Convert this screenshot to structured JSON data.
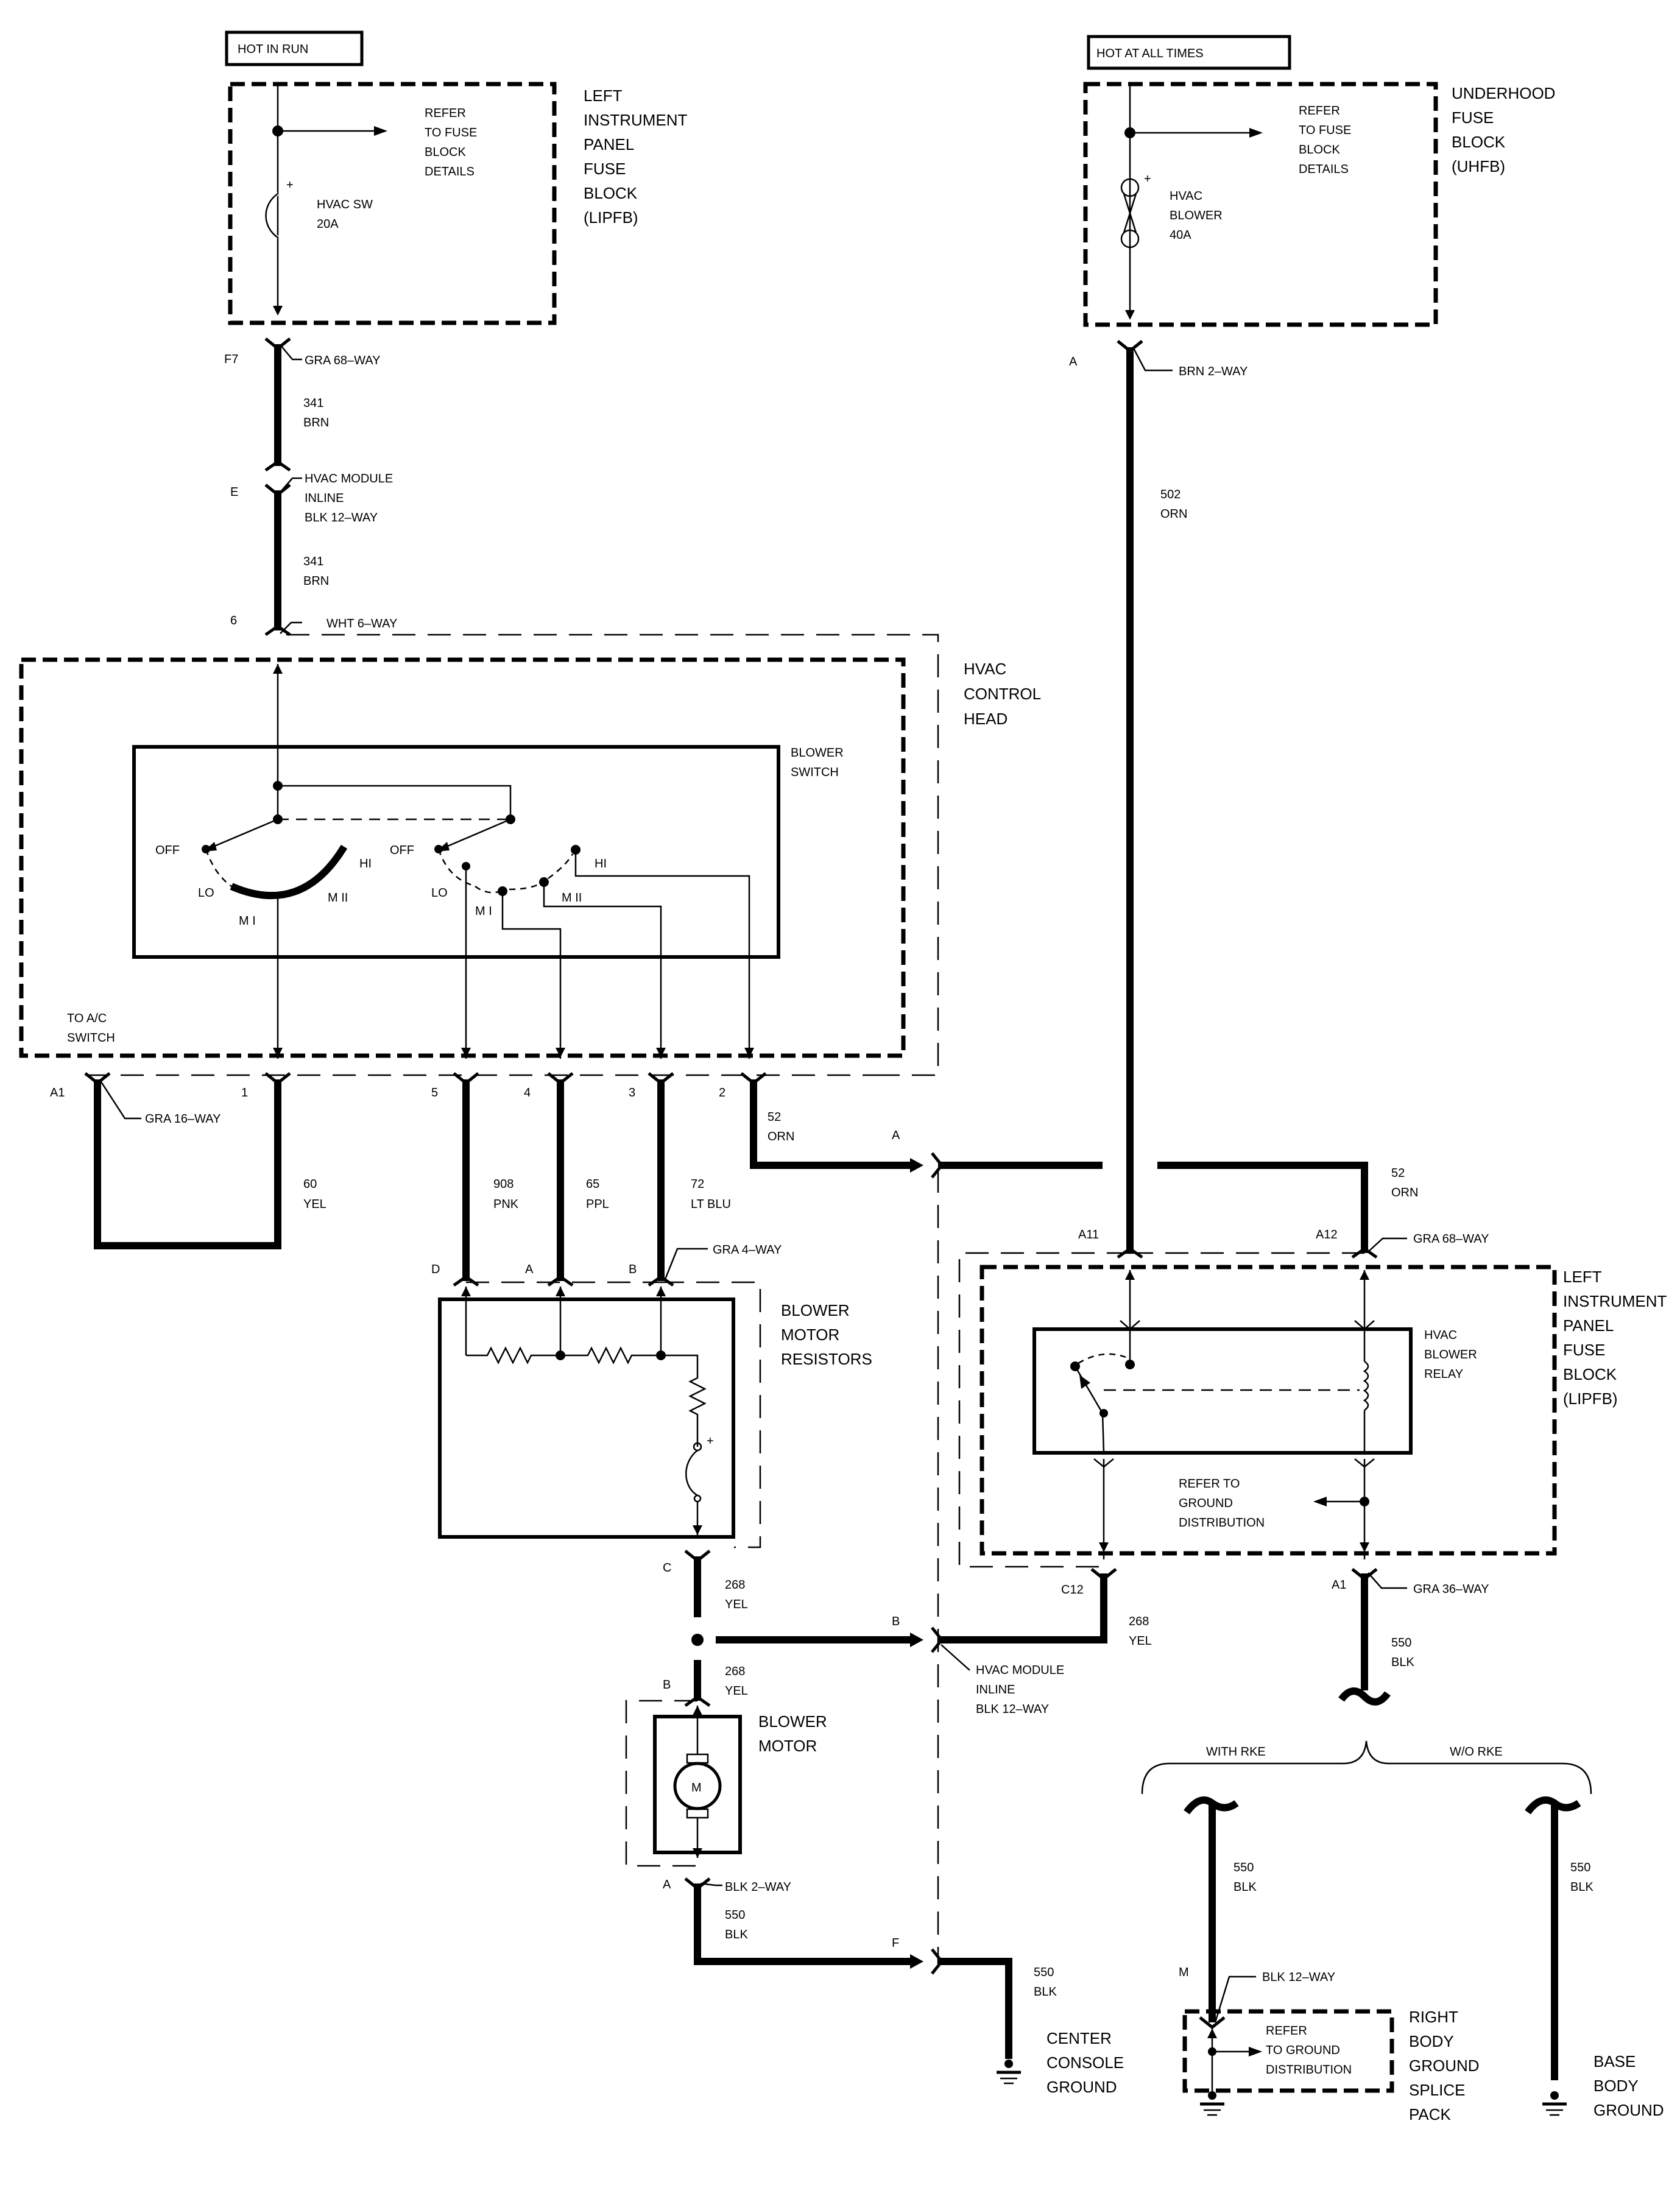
{
  "title_boxes": {
    "hot_in_run": "HOT IN RUN",
    "hot_at_all_times": "HOT AT ALL TIMES"
  },
  "lipfb_top": {
    "name": [
      "LEFT",
      "INSTRUMENT",
      "PANEL",
      "FUSE",
      "BLOCK",
      "(LIPFB)"
    ],
    "refer": [
      "REFER",
      "TO FUSE",
      "BLOCK",
      "DETAILS"
    ],
    "fuse": [
      "HVAC SW",
      "20A"
    ]
  },
  "uhfb": {
    "name": [
      "UNDERHOOD",
      "FUSE",
      "BLOCK",
      "(UHFB)"
    ],
    "refer": [
      "REFER",
      "TO FUSE",
      "BLOCK",
      "DETAILS"
    ],
    "fuse": [
      "HVAC",
      "BLOWER",
      "40A"
    ]
  },
  "connectors": {
    "f7": "F7",
    "gra68_a": "GRA 68–WAY",
    "e": "E",
    "inline_a": [
      "HVAC MODULE",
      "INLINE",
      "BLK 12–WAY"
    ],
    "pin6": "6",
    "wht6": "WHT 6–WAY",
    "a_uhfb": "A",
    "brn2": "BRN 2–WAY",
    "a1_left": "A1",
    "gra16": "GRA 16–WAY",
    "pin1": "1",
    "pin5": "5",
    "pin4": "4",
    "pin3": "3",
    "pin2": "2",
    "d": "D",
    "a_res": "A",
    "b_res": "B",
    "gra4": "GRA 4–WAY",
    "c_res": "C",
    "b_motor": "B",
    "a_motor": "A",
    "blk2": "BLK 2–WAY",
    "a_splice": "A",
    "b_splice": "B",
    "f_splice": "F",
    "inline_b": [
      "HVAC MODULE",
      "INLINE",
      "BLK 12–WAY"
    ],
    "a11": "A11",
    "a12": "A12",
    "gra68_b": "GRA 68–WAY",
    "c12": "C12",
    "a1_relay": "A1",
    "gra36": "GRA 36–WAY",
    "m": "M",
    "blk12": "BLK 12–WAY"
  },
  "wires": {
    "w341a": [
      "341",
      "BRN"
    ],
    "w341b": [
      "341",
      "BRN"
    ],
    "w502": [
      "502",
      "ORN"
    ],
    "w60": [
      "60",
      "YEL"
    ],
    "w908": [
      "908",
      "PNK"
    ],
    "w65": [
      "65",
      "PPL"
    ],
    "w72": [
      "72",
      "LT BLU"
    ],
    "w52a": [
      "52",
      "ORN"
    ],
    "w52b": [
      "52",
      "ORN"
    ],
    "w268a": [
      "268",
      "YEL"
    ],
    "w268b": [
      "268",
      "YEL"
    ],
    "w268c": [
      "268",
      "YEL"
    ],
    "w550a": [
      "550",
      "BLK"
    ],
    "w550b": [
      "550",
      "BLK"
    ],
    "w550c": [
      "550",
      "BLK"
    ],
    "w550d": [
      "550",
      "BLK"
    ],
    "w550e": [
      "550",
      "BLK"
    ]
  },
  "control_head": {
    "name": [
      "HVAC",
      "CONTROL",
      "HEAD"
    ],
    "switch": [
      "BLOWER",
      "SWITCH"
    ],
    "to_ac": [
      "TO A/C",
      "SWITCH"
    ],
    "pos_left": {
      "off": "OFF",
      "hi": "HI",
      "lo": "LO",
      "m1": "M I",
      "m2": "M II"
    },
    "pos_right": {
      "off": "OFF",
      "hi": "HI",
      "lo": "LO",
      "m1": "M I",
      "m2": "M II"
    }
  },
  "resistors": {
    "name": [
      "BLOWER",
      "MOTOR",
      "RESISTORS"
    ]
  },
  "motor": {
    "name": [
      "BLOWER",
      "MOTOR"
    ],
    "symbol": "M"
  },
  "relay": {
    "name": [
      "LEFT",
      "INSTRUMENT",
      "PANEL",
      "FUSE",
      "BLOCK",
      "(LIPFB)"
    ],
    "label": [
      "HVAC",
      "BLOWER",
      "RELAY"
    ],
    "refer": [
      "REFER TO",
      "GROUND",
      "DISTRIBUTION"
    ]
  },
  "rke": {
    "with": "WITH RKE",
    "without": "W/O RKE"
  },
  "grounds": {
    "center": [
      "CENTER",
      "CONSOLE",
      "GROUND"
    ],
    "splice_pack": [
      "RIGHT",
      "BODY",
      "GROUND",
      "SPLICE",
      "PACK"
    ],
    "splice_refer": [
      "REFER",
      "TO GROUND",
      "DISTRIBUTION"
    ],
    "base": [
      "BASE",
      "BODY",
      "GROUND"
    ]
  }
}
